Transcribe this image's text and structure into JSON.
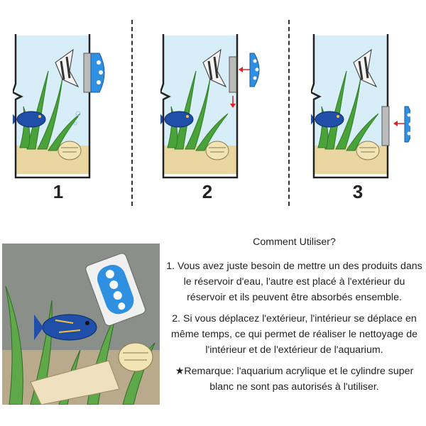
{
  "steps": [
    {
      "number": "1"
    },
    {
      "number": "2"
    },
    {
      "number": "3"
    }
  ],
  "instructions": {
    "title": "Comment Utiliser?",
    "items": [
      "1. Vous avez juste besoin de mettre un des produits dans le réservoir d'eau, l'autre est placé à l'extérieur du réservoir et ils peuvent être absorbés ensemble.",
      "2. Si vous déplacez l'extérieur, l'intérieur se déplace en même temps, ce qui permet de réaliser le nettoyage de l'intérieur et de l'extérieur de l'aquarium."
    ],
    "note": "★Remarque: l'aquarium acrylique et le cylindre super blanc ne sont pas autorisés à l'utiliser."
  },
  "colors": {
    "water": "#d7eef8",
    "sand": "#e9d6a0",
    "magnet_blue": "#2f8fe0",
    "arrow_red": "#e02020",
    "plant_green": "#4aa33a"
  },
  "icons": [
    "aquarium-tank",
    "magnet-cleaner-inner",
    "magnet-cleaner-outer",
    "angelfish",
    "blue-fish",
    "shell",
    "arrow-left",
    "arrow-down"
  ]
}
